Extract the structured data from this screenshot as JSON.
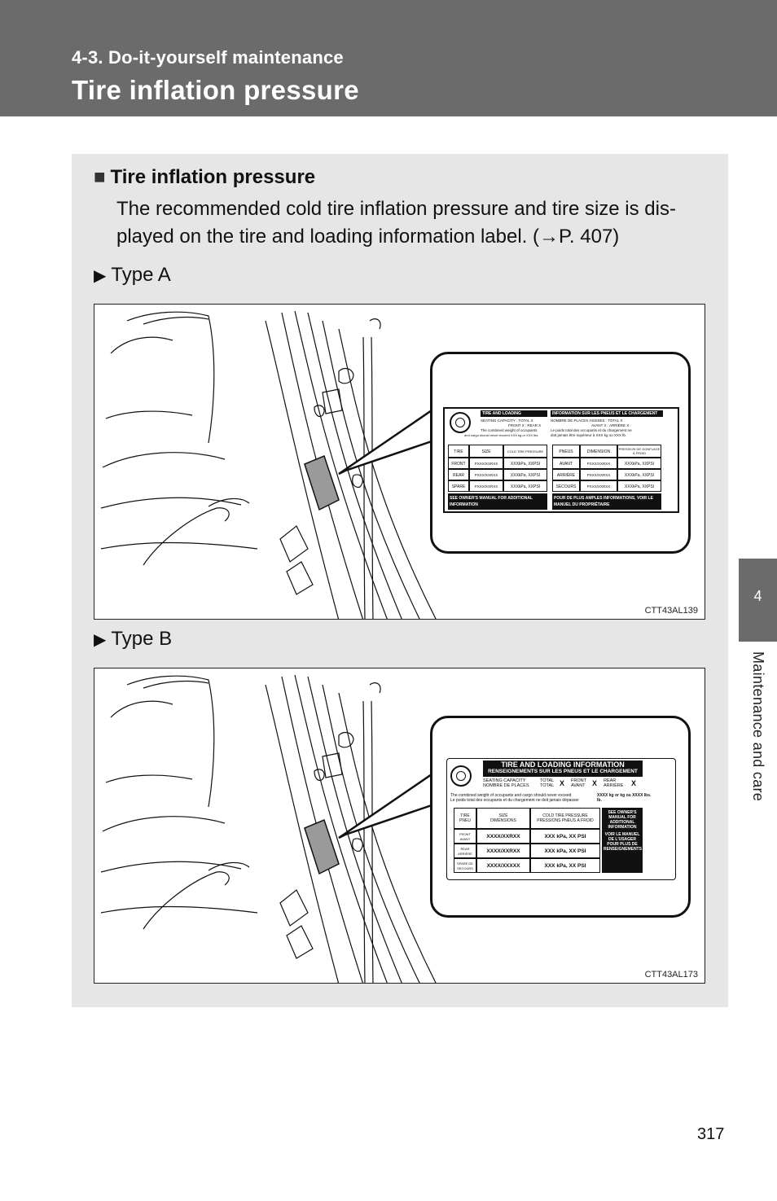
{
  "header": {
    "section": "4-3. Do-it-yourself maintenance",
    "title": "Tire inflation pressure"
  },
  "side_tab": {
    "chapter_number": "4",
    "chapter_label": "Maintenance and care"
  },
  "content": {
    "heading_marker": "■",
    "heading": "Tire inflation pressure",
    "text_before_arrow": "The recommended cold tire inflation pressure and tire size is dis-played on the tire and loading information label. (",
    "arrow": "→",
    "text_after_arrow": "P. 407)"
  },
  "type_a": {
    "marker": "▶",
    "label": "Type A",
    "figure_code": "CTT43AL139",
    "tire_label": {
      "en_title": "TIRE AND LOADING INFORMATION",
      "fr_title": "INFORMATION SUR LES PNEUS ET LE CHARGEMENT",
      "seating_en": "SEATING CAPACITY : TOTAL X",
      "seating_en_2": "FRONT X : REAR X",
      "weight_en": "The combined weight of occupants",
      "weight_en_2": "and cargo should never exceed XXX kg or XXX lbs.",
      "seating_fr": "NOMBRE DE PLACES ASSISES : TOTAL X",
      "seating_fr_2": "AVANT X : ARRIÈRE X",
      "weight_fr": "Le poids total des occupants et du chargement ne",
      "weight_fr_2": "doit jamais être supérieur à XXX kg ou XXX lb.",
      "headers_en": [
        "TIRE",
        "SIZE",
        "COLD TIRE PRESSURE"
      ],
      "headers_fr": [
        "PNEUS",
        "DIMENSION",
        "PRESSION DE GONFLAGE À FROID"
      ],
      "rows_en": [
        [
          "FRONT",
          "PXXX/XXRXX",
          "XXXkPa, XXPSI"
        ],
        [
          "REAR",
          "PXXX/XXRXX",
          "XXXkPa, XXPSI"
        ],
        [
          "SPARE",
          "PXXX/XXRXX",
          "XXXkPa, XXPSI"
        ]
      ],
      "rows_fr": [
        [
          "AVANT",
          "PXXX/XXRXX",
          "XXXkPa, XXPSI"
        ],
        [
          "ARRIÈRE",
          "PXXX/XXRXX",
          "XXXkPa, XXPSI"
        ],
        [
          "SECOURS",
          "PXXX/XXRXX",
          "XXXkPa, XXPSI"
        ]
      ],
      "footer_en": "SEE OWNER'S MANUAL FOR ADDITIONAL INFORMATION",
      "footer_fr": "POUR DE PLUS AMPLES INFORMATIONS, VOIR LE MANUEL DU PROPRIÉTAIRE"
    }
  },
  "type_b": {
    "marker": "▶",
    "label": "Type B",
    "figure_code": "CTT43AL173",
    "tire_label": {
      "title_1": "TIRE AND LOADING INFORMATION",
      "title_2": "RENSEIGNEMENTS SUR LES PNEUS ET LE CHARGEMENT",
      "seating_1": "SEATING CAPACITY",
      "seating_2": "NOMBRE DE PLACES",
      "total_1": "TOTAL",
      "total_2": "TOTAL",
      "front_1": "FRONT",
      "front_2": "AVANT",
      "rear_1": "REAR",
      "rear_2": "ARRIÈRE",
      "x_value": "X",
      "weight_1": "The combined weight of occupants and cargo should never exceed",
      "weight_2": "Le poids total des occupants et du chargement ne doit jamais dépasser",
      "weight_value": "XXXX kg or kg ou XXXX lbs. lb.",
      "headers": [
        "TIRE PNEU",
        "SIZE DIMENSIONS",
        "COLD TIRE PRESSURE PRESSIONS PNEUS À FROID"
      ],
      "rows": [
        [
          "FRONT AVANT",
          "XXXX/XXRXX",
          "XXX kPa, XX PSI"
        ],
        [
          "REAR ARRIÈRE",
          "XXXX/XXRXX",
          "XXX kPa, XX PSI"
        ],
        [
          "SPARE DE SECOURS",
          "XXXX/XXXXX",
          "XXX kPa, XX PSI"
        ]
      ],
      "side_note_en": "SEE OWNER'S MANUAL FOR ADDITIONAL INFORMATION",
      "side_note_fr": "VOIR LE MANUEL DE L'USAGER POUR PLUS DE RENSEIGNEMENTS"
    }
  },
  "page_number": "317"
}
